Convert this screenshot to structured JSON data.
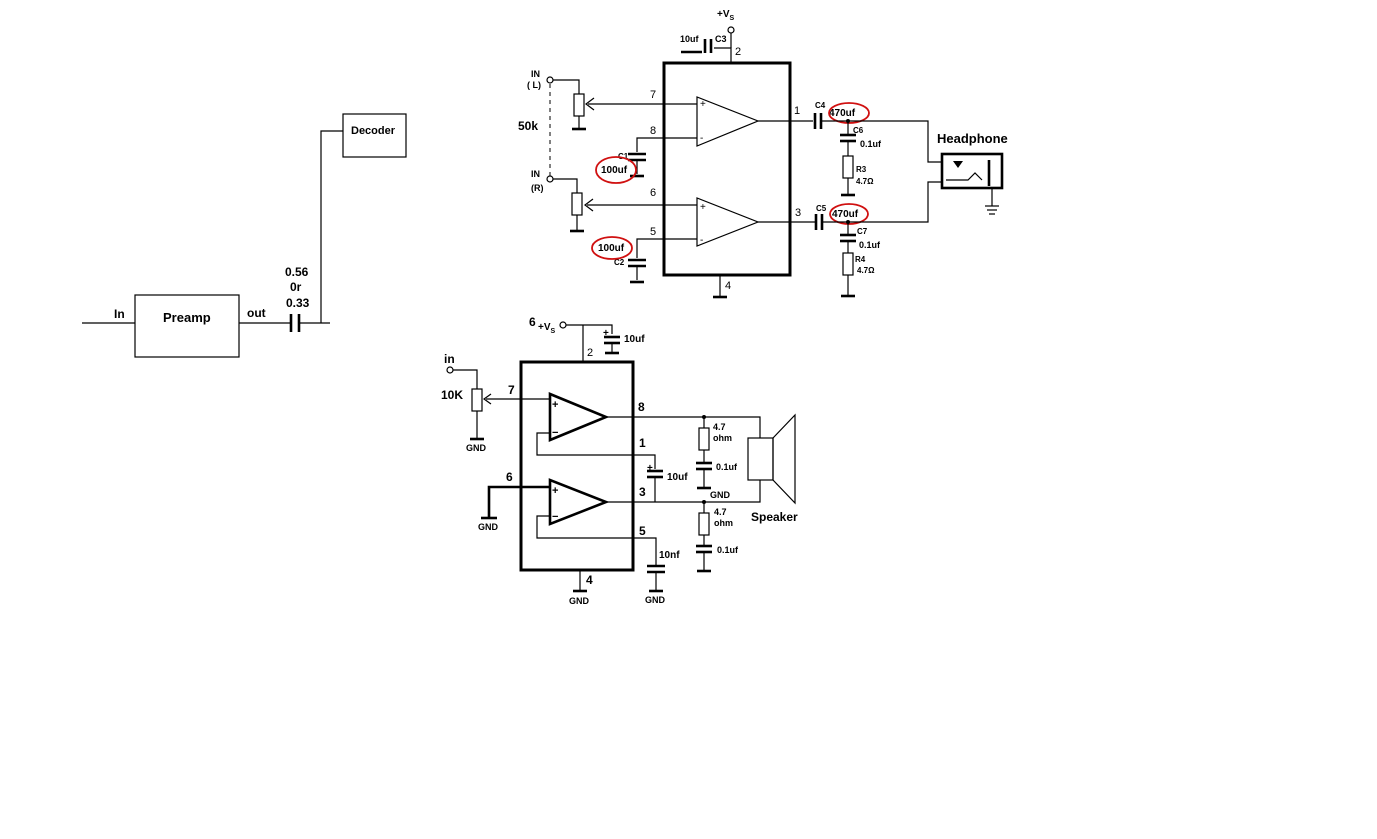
{
  "block": {
    "in_label": "In",
    "preamp_label": "Preamp",
    "out_label": "out",
    "cap_value_line1": "0.56",
    "cap_value_line2": "0r",
    "cap_value_line3": "0.33",
    "decoder_label": "Decoder"
  },
  "top": {
    "vs_label": "+V",
    "vs_sub": "S",
    "c3_value": "10uf",
    "c3_label": "C3",
    "pin2": "2",
    "in_l_line1": "IN",
    "in_l_line2": "( L)",
    "pot_label": "50k",
    "in_r_line1": "IN",
    "in_r_line2": "(R)",
    "pin7": "7",
    "pin8": "8",
    "pin6": "6",
    "pin5": "5",
    "pin1": "1",
    "pin3": "3",
    "pin4": "4",
    "c1_label": "C1",
    "c1_value": "100uf",
    "c2_label": "C2",
    "c2_value": "100uf",
    "c4_label": "C4",
    "c4_value": "470uf",
    "c5_label": "C5",
    "c5_value": "470uf",
    "c6_label": "C6",
    "c6_value": "0.1uf",
    "r3_label": "R3",
    "r3_value": "4.7Ω",
    "c7_label": "C7",
    "c7_value": "0.1uf",
    "r4_label": "R4",
    "r4_value": "4.7Ω",
    "headphone_label": "Headphone"
  },
  "bottom": {
    "pin6_vs": "6",
    "vs_label": "+V",
    "vs_sub": "S",
    "supply_cap": "10uf",
    "pin2": "2",
    "in_label": "in",
    "pot_label": "10K",
    "pin7": "7",
    "pin6": "6",
    "pin8": "8",
    "pin1": "1",
    "pin3": "3",
    "pin5": "5",
    "pin4": "4",
    "gnd": "GND",
    "bridge_cap": "10uf",
    "r_top_value": "4.7",
    "r_top_unit": "ohm",
    "c_top_value": "0.1uf",
    "r_bot_value": "4.7",
    "r_bot_unit": "ohm",
    "c_bot_value": "0.1uf",
    "bypass_cap": "10nf",
    "speaker_label": "Speaker"
  }
}
